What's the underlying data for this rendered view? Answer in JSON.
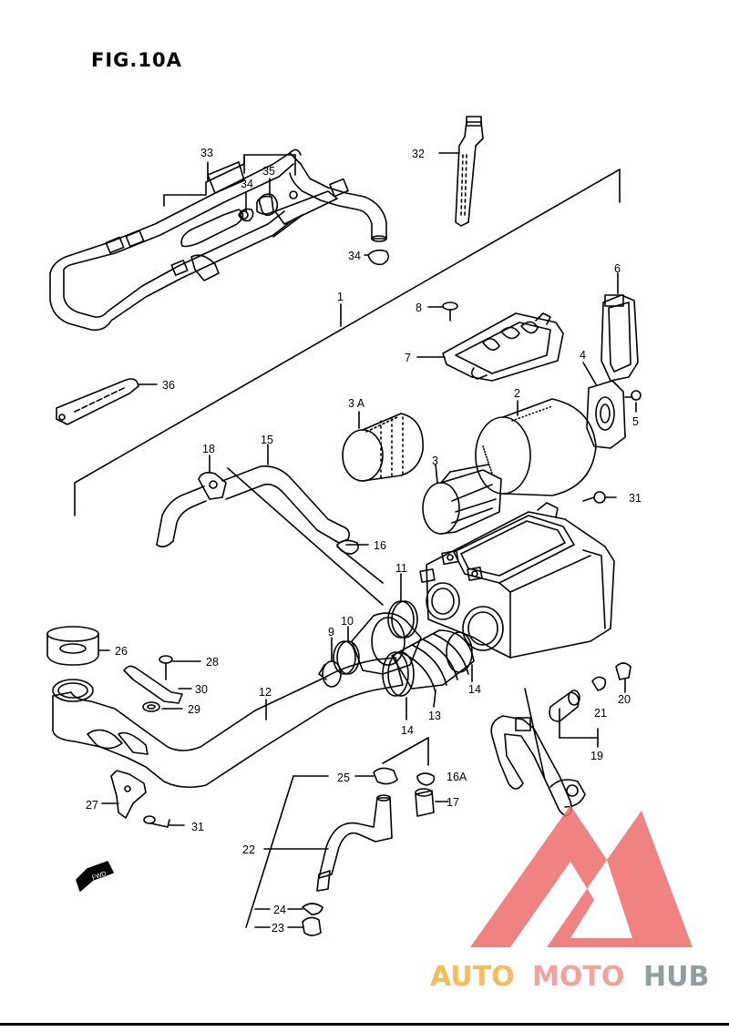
{
  "figure": {
    "title": "FIG.10A"
  },
  "labels": {
    "p33": "33",
    "p34a": "34",
    "p35": "35",
    "p32": "32",
    "p34b": "34",
    "p1": "1",
    "p6": "6",
    "p8": "8",
    "p7": "7",
    "p4": "4",
    "p5": "5",
    "p36": "36",
    "p3a": "3 A",
    "p2": "2",
    "p18": "18",
    "p15": "15",
    "p3": "3",
    "p31a": "31",
    "p16": "16",
    "p11": "11",
    "p10": "10",
    "p9": "9",
    "p26": "26",
    "p28": "28",
    "p30": "30",
    "p29": "29",
    "p12": "12",
    "p14a": "14",
    "p13": "13",
    "p14b": "14",
    "p21": "21",
    "p20": "20",
    "p19": "19",
    "p27": "27",
    "p25": "25",
    "p16a": "16A",
    "p17": "17",
    "p31b": "31",
    "p22": "22",
    "p24": "24",
    "p23": "23"
  },
  "fwd_arrow": {
    "text": "FWD"
  },
  "watermark": {
    "word1": "AUTO",
    "word2": "MOTO",
    "word3": "HUB",
    "color1": "#f5b041",
    "color2": "#f1948a",
    "color3": "#7f8c8d",
    "logo_color": "#ee6c6c"
  }
}
